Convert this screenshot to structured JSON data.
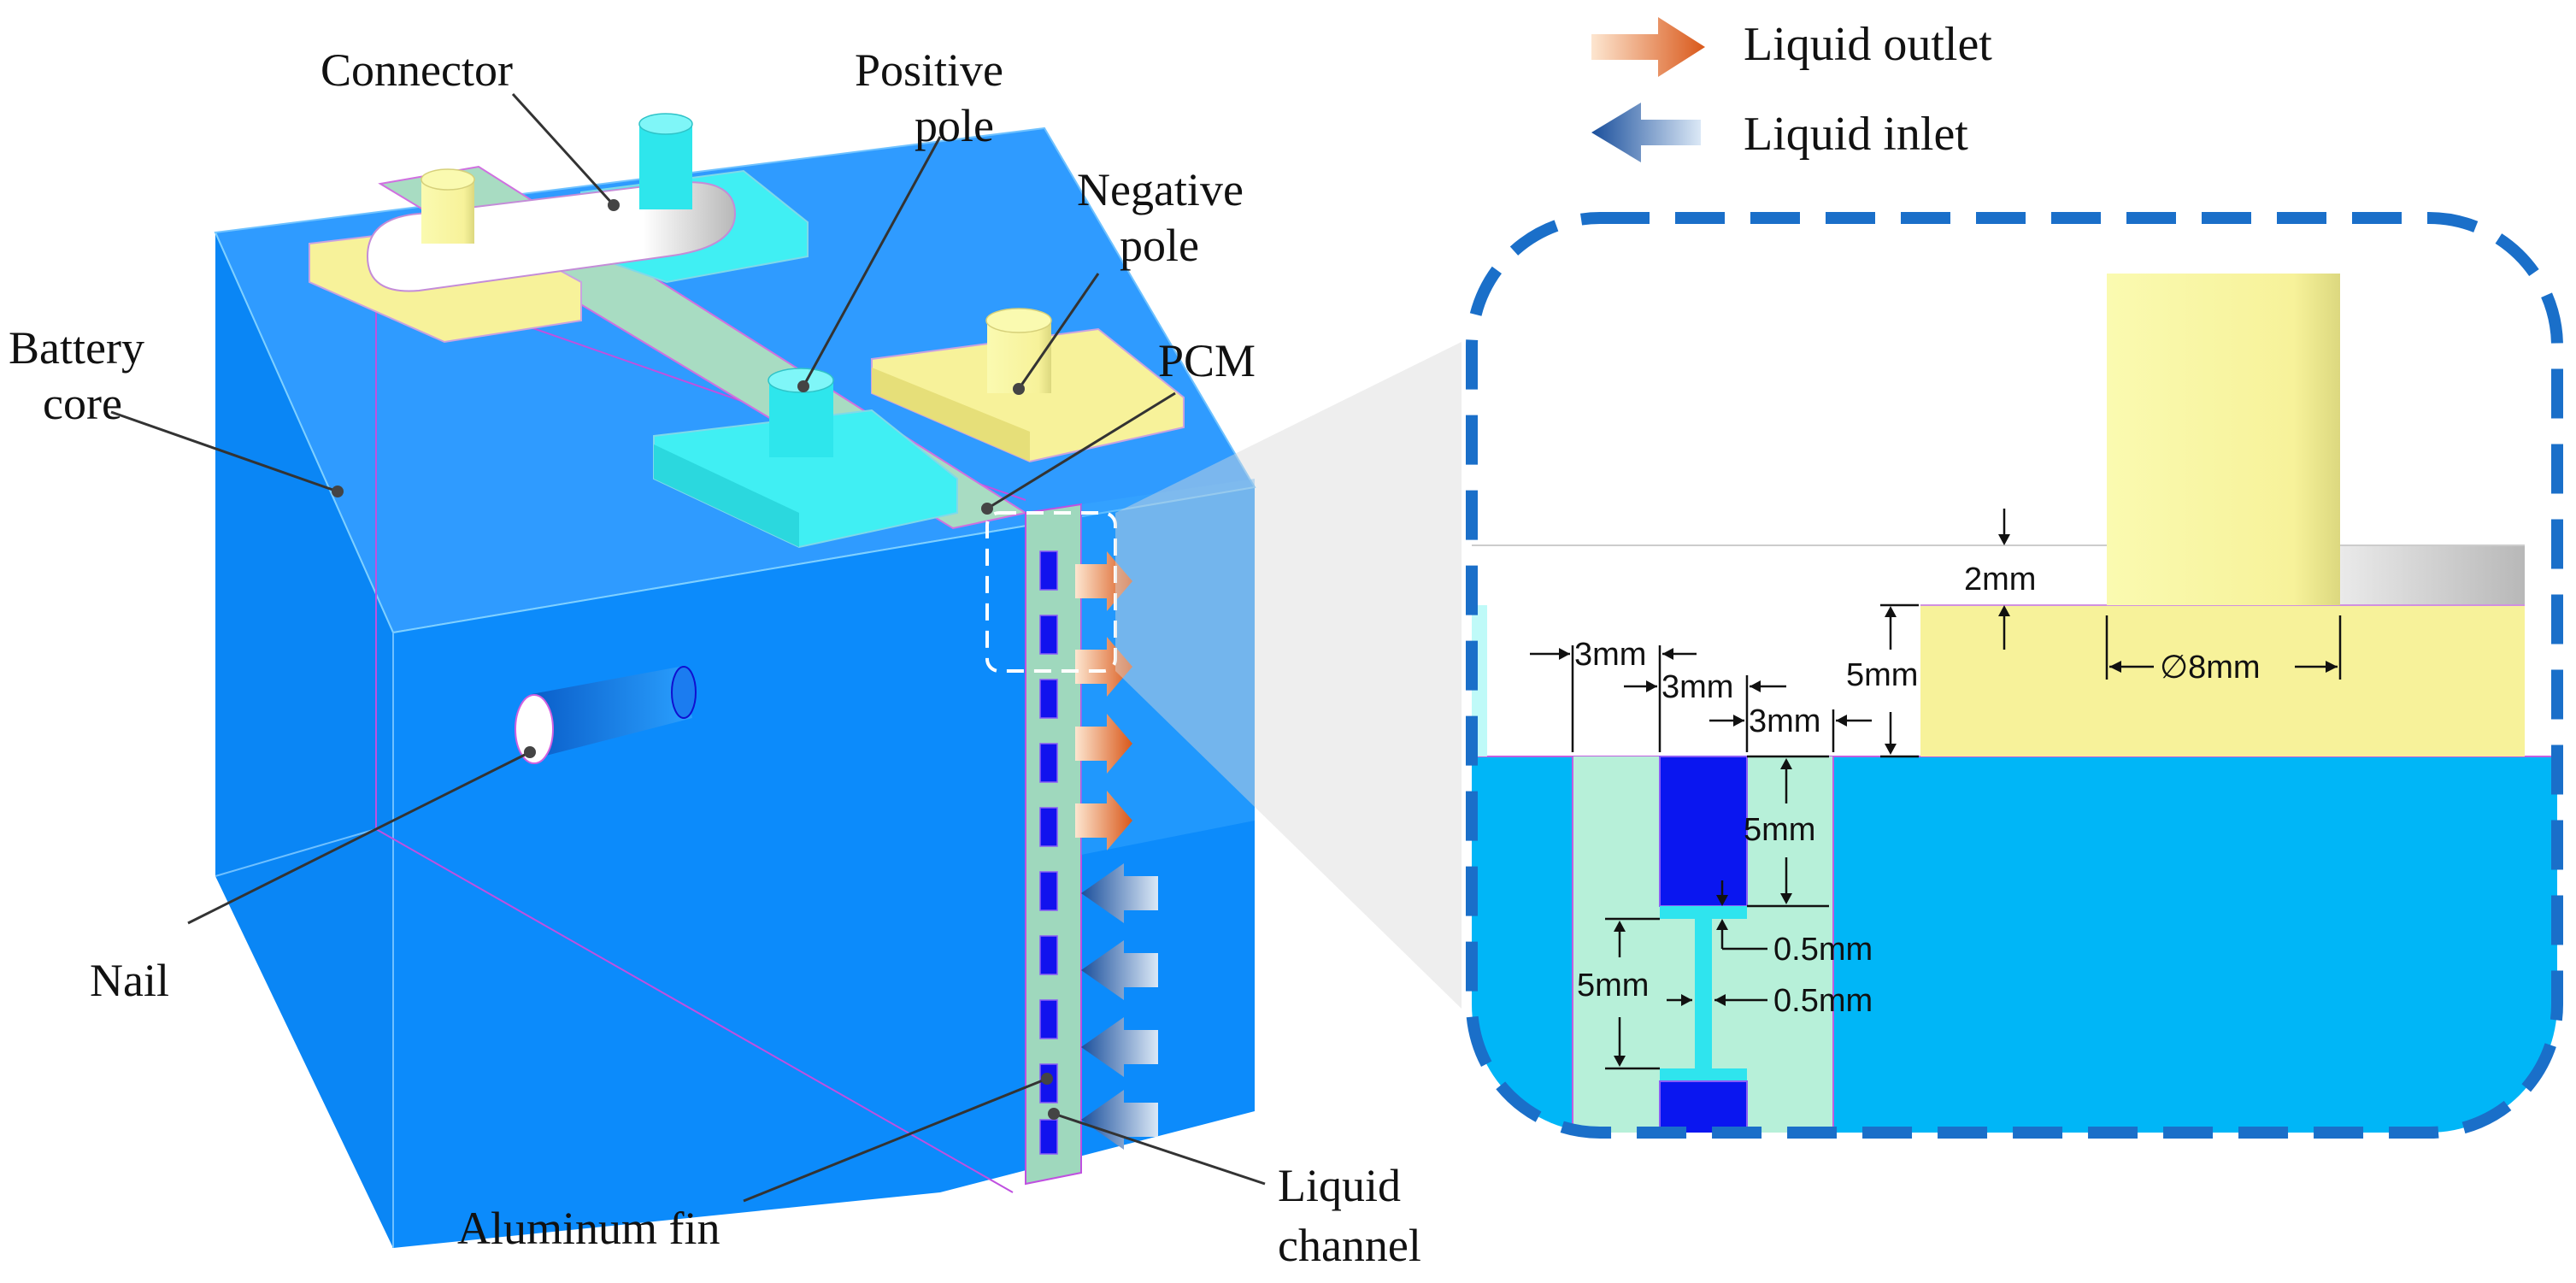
{
  "legend": {
    "outlet_label": "Liquid outlet",
    "inlet_label": "Liquid inlet",
    "outlet_color": "#e0661c",
    "inlet_color": "#1f5bab"
  },
  "labels": {
    "connector": "Connector",
    "positive_pole_line1": "Positive",
    "positive_pole_line2": "pole",
    "negative_pole_line1": "Negative",
    "negative_pole_line2": "pole",
    "battery_core_line1": "Battery",
    "battery_core_line2": "core",
    "pcm": "PCM",
    "nail": "Nail",
    "aluminum_fin": "Aluminum fin",
    "liquid_channel_line1": "Liquid",
    "liquid_channel_line2": "channel"
  },
  "dimensions": {
    "pole_diameter": "∅8mm",
    "pole_base_thickness": "2mm",
    "pcm_height": "5mm",
    "gap_left": "3mm",
    "channel_width": "3mm",
    "gap_right": "3mm",
    "channel_height": "5mm",
    "fin_vertical": "0.5mm",
    "fin_thickness": "0.5mm",
    "fin_pitch": "5mm"
  },
  "colors": {
    "battery_blue": "#0c8bfb",
    "detail_blue": "#00b6f7",
    "pcm_green": "#b7f0d9",
    "pole_yellow": "#f7f29a",
    "pole_cyan": "#3ff0f5",
    "channel_blue": "#0a16f0",
    "dashed_frame": "#1a6fc9"
  }
}
